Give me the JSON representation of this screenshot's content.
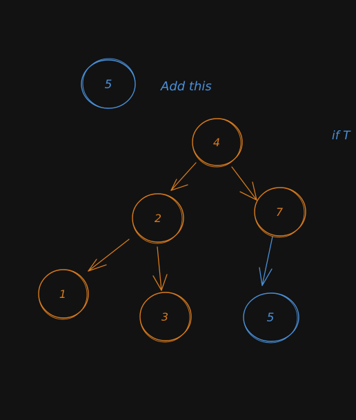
{
  "colors": {
    "background": "#121212",
    "tree": "#d77a1e",
    "new_node": "#4a90d9"
  },
  "new_node": {
    "value": "5",
    "annotation": "Add this"
  },
  "side_note": "if T",
  "tree": {
    "root": "4",
    "left": "2",
    "right": "7",
    "left_left": "1",
    "left_right": "3",
    "right_left": "5"
  }
}
